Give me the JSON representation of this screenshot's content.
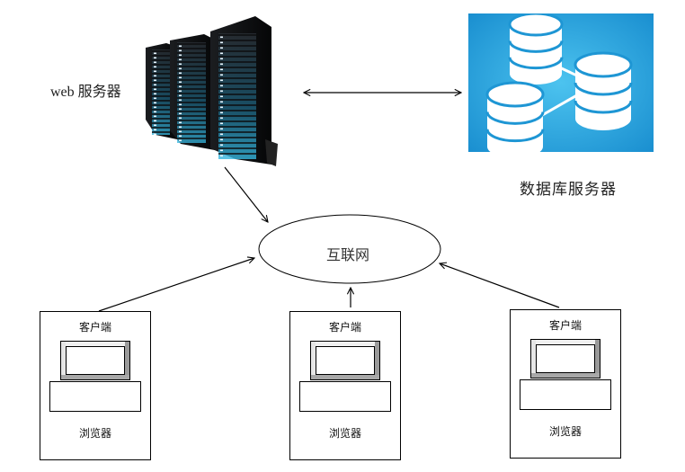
{
  "diagram": {
    "web_server": {
      "label": "web 服务器",
      "icon": "server-rack-icon"
    },
    "db_server": {
      "label": "数据库服务器",
      "icon": "database-icon",
      "background_color": "#1fa0dc"
    },
    "internet": {
      "label": "互联网"
    },
    "clients": [
      {
        "title": "客户端",
        "browser_label": "浏览器",
        "icon": "computer-icon"
      },
      {
        "title": "客户端",
        "browser_label": "浏览器",
        "icon": "computer-icon"
      },
      {
        "title": "客户端",
        "browser_label": "浏览器",
        "icon": "computer-icon"
      }
    ],
    "edges": [
      {
        "from": "web_server",
        "to": "db_server",
        "direction": "bidirectional"
      },
      {
        "from": "web_server",
        "to": "internet",
        "direction": "forward"
      },
      {
        "from": "client_1",
        "to": "internet",
        "direction": "forward"
      },
      {
        "from": "client_2",
        "to": "internet",
        "direction": "forward"
      },
      {
        "from": "client_3",
        "to": "internet",
        "direction": "forward"
      }
    ]
  }
}
